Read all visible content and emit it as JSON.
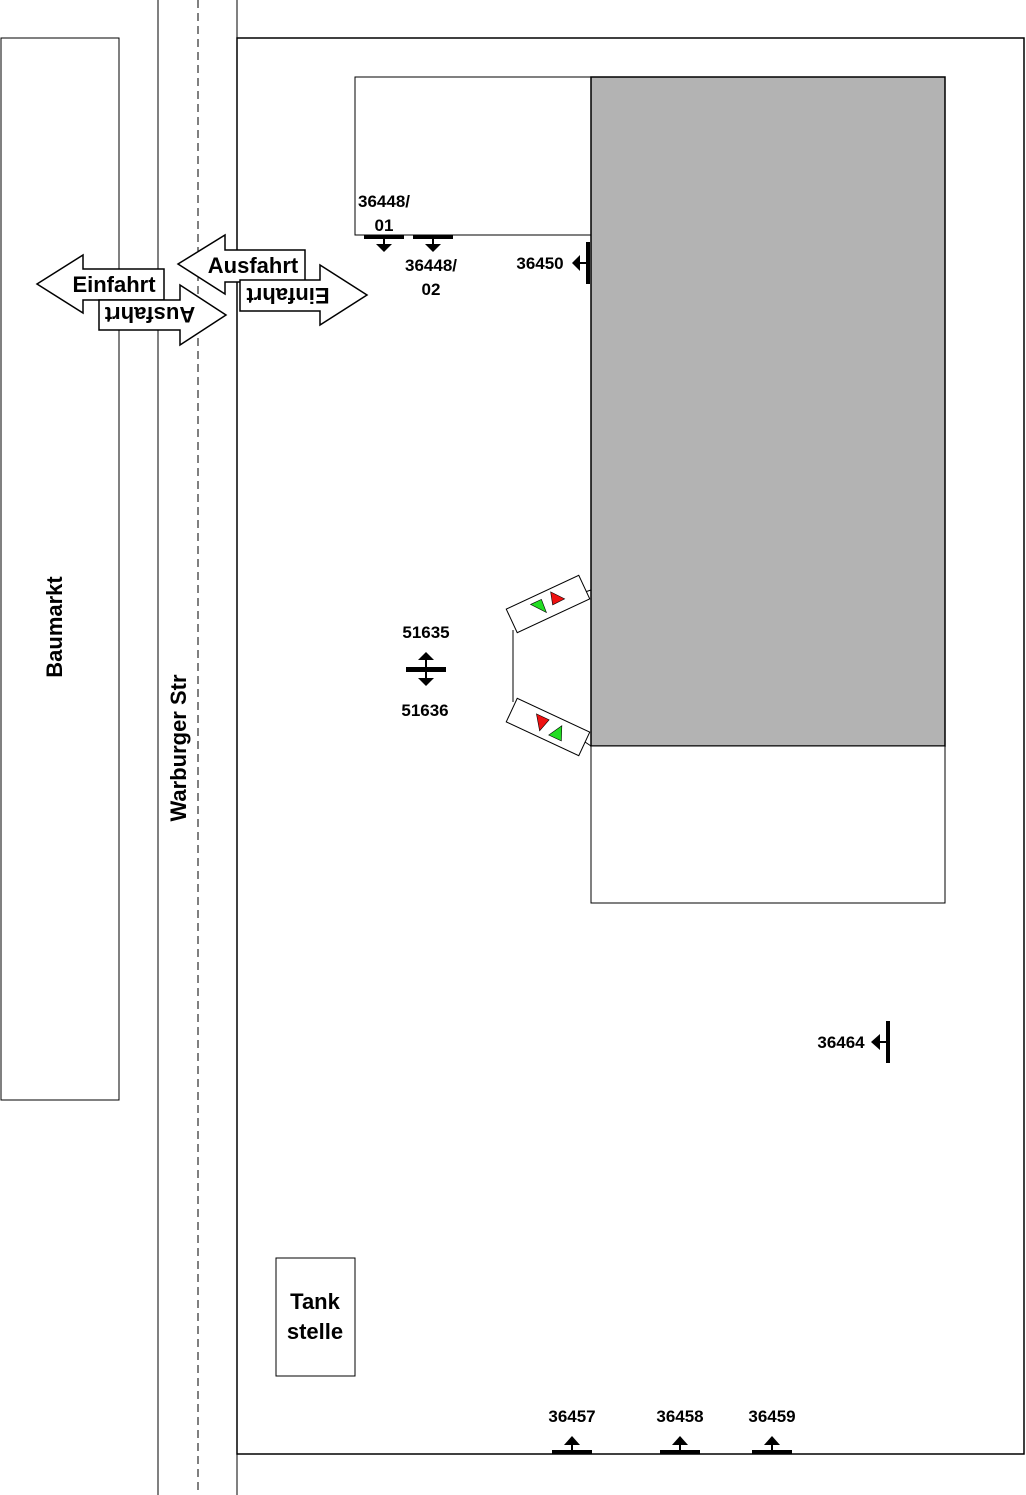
{
  "labels": {
    "baumarkt": "Baumarkt",
    "street": "Warburger Str",
    "tankstelle_line1": "Tank",
    "tankstelle_line2": "stelle"
  },
  "arrows": {
    "left_in": "Einfahrt",
    "left_out": "Ausfahrt",
    "right_out": "Ausfahrt",
    "right_in": "Einfahrt"
  },
  "sensors": {
    "s36448_01_a": "36448/",
    "s36448_01_b": "01",
    "s36448_02_a": "36448/",
    "s36448_02_b": "02",
    "s36450": "36450",
    "s51635": "51635",
    "s51636": "51636",
    "s36464": "36464",
    "s36457": "36457",
    "s36458": "36458",
    "s36459": "36459"
  },
  "colors": {
    "building": "#b3b3b3",
    "signal_green": "#22dd22",
    "signal_red": "#ee1111"
  }
}
